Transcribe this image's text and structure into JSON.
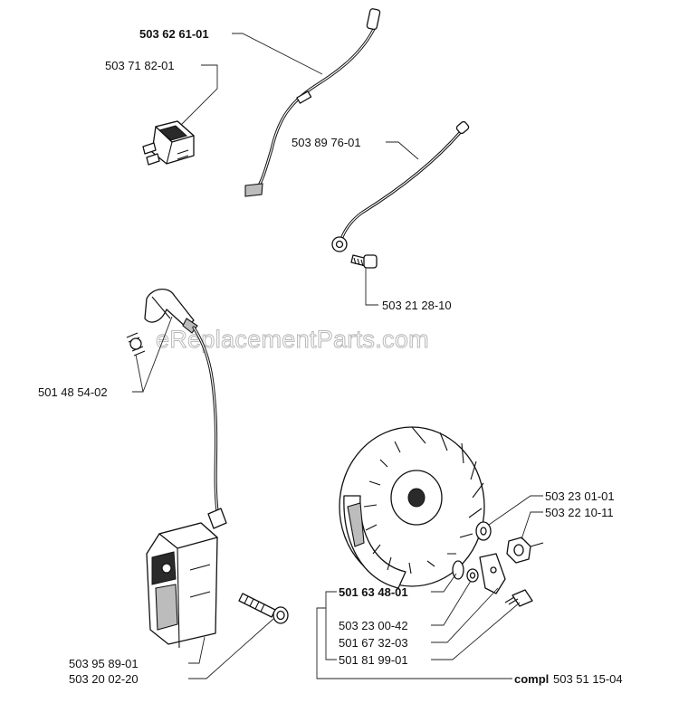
{
  "watermark": "eReplacementParts.com",
  "labels": {
    "ignition_lead": "503 62 61-01",
    "stop_switch": "503 71 82-01",
    "short_circuit_cable": "503 89 76-01",
    "cable_screw": "503 21 28-10",
    "spark_plug_spring": "501 48 54-02",
    "washer": "503 23 01-01",
    "flywheel_nut": "503 22 10-11",
    "key": "501 63 48-01",
    "washer_small": "503 23 00-42",
    "pawl": "501 67 32-03",
    "pawl_screw": "501 81 99-01",
    "coil": "503 95 89-01",
    "coil_screw": "503 20 02-20",
    "compl_prefix": "compl",
    "flywheel_compl": "503 51 15-04"
  }
}
